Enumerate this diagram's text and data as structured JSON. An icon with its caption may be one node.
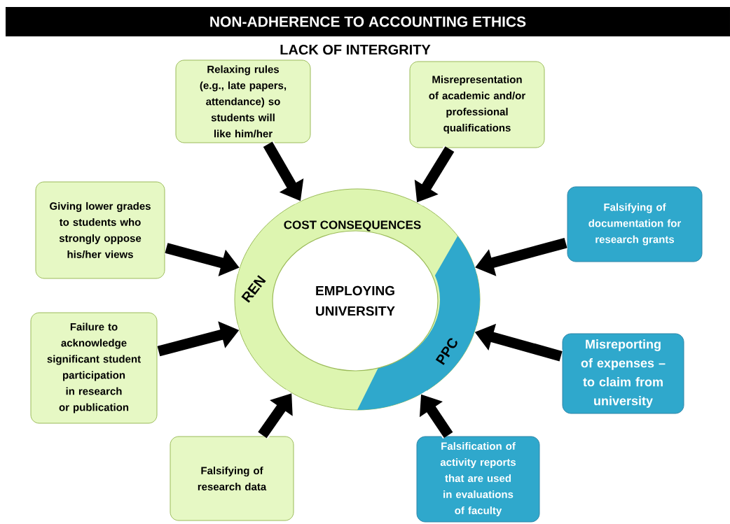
{
  "diagram": {
    "title": "NON-ADHERENCE TO ACCOUNTING ETHICS",
    "nodes": [
      {
        "text": [
          "COST CONSEQUENCES",
          "REN",
          "PPC"
        ]
      },
      {
        "text": [
          "EMPLOYING UNIVERSITY"
        ],
        "in": 0
      },
      {
        "text": [
          "Relaxing rules (e.g., late papers, attendance) so students will like him/her"
        ]
      },
      {
        "text": [
          "Misrepresentation of academic and/or professional qualifications"
        ]
      },
      {
        "text": [
          "Giving lower grades to students who strongly oppose his/her views"
        ]
      },
      {
        "text": [
          "Falsifying of documentation for research grants"
        ]
      },
      {
        "text": [
          "Failure to acknowledge significant student participation in research or publication"
        ]
      },
      {
        "text": [
          "Misreporting of expenses – to claim from university"
        ]
      },
      {
        "text": [
          "Falsifying of research data"
        ]
      },
      {
        "text": [
          "Falsification of activity reports that are used in evaluations of faculty"
        ]
      }
    ],
    "edges": [
      {
        "from": 2,
        "to": 0,
        "arrow": "to"
      },
      {
        "from": 3,
        "to": 0,
        "arrow": "to"
      },
      {
        "from": 4,
        "to": 0,
        "arrow": "to"
      },
      {
        "from": 5,
        "to": 0,
        "arrow": "to"
      },
      {
        "from": 6,
        "to": 0,
        "arrow": "to"
      },
      {
        "from": 7,
        "to": 0,
        "arrow": "to"
      },
      {
        "from": 8,
        "to": 0,
        "arrow": "to"
      },
      {
        "from": 9,
        "to": 0,
        "arrow": "to"
      }
    ],
    "labels": [
      "LACK OF INTERGRITY"
    ]
  }
}
